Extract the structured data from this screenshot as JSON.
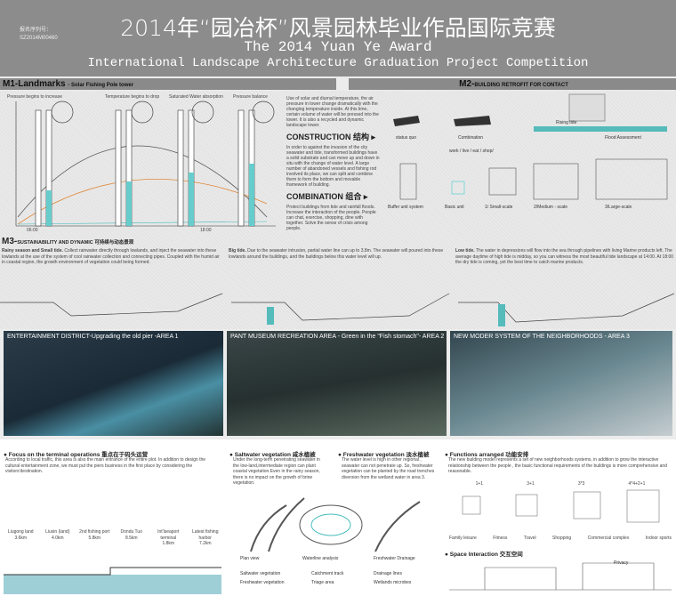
{
  "header": {
    "title_cn": "2014年“园冶杯”风景园林毕业作品国际竞赛",
    "title_en": "The 2014 Yuan Ye Award",
    "subtitle_en": "International Landscape Architecture Graduation Project Competition",
    "reg_label": "报名序列号：",
    "reg_number": "SZ2014M00460"
  },
  "m1": {
    "title": "M1-Landmarks",
    "subtitle": "- Solar Fishing Pole tower",
    "stages": [
      "Pressure begins to increase",
      "Temperature begins to drop",
      "Saturated Water absorption",
      "Pressure balance"
    ],
    "intro": "Use of solar and diurnal temperature, the air pressure in tower change dramatically with the changing temperature inside. At this time, certain volume of water will be pressed into the tower. It is also a recycled and dynamic landscape tower.",
    "construction_title": "CONSTRUCTION 结构",
    "construction_text": "In order to against the invasion of the city seawater and tide, transformed buildings have a solid substrate and can move up and down in situ with the change of water level. A large number of abandoned vessels and fishing rod involved its place, we can split and combine them to form the bottom and movable framework of building.",
    "combination_title": "COMBINATION 组合",
    "combination_text": "Protect buildings from tide and rainfall floods. Increase the interaction of the people. People can chat, exercise, shopping, dine with together. Solve the sense of crisis among people.",
    "time_labels": [
      "06:00",
      "18:00"
    ]
  },
  "m2": {
    "title": "M2-",
    "subtitle": "BUILDING RETROFIT FOR CONTACT",
    "labels": [
      "status quo",
      "Combination",
      "Rising tide",
      "Flood Assessment",
      "work / live / eat / shop/",
      "Buffer unit system",
      "Basic unit",
      "1/ Small-scale",
      "2/Medium - scale",
      "3/Large-scale"
    ]
  },
  "m3": {
    "title": "M3-",
    "subtitle": "SUSTAINABILITY AND DYNAMIC 可持续与动态景观",
    "cols": [
      {
        "head": "Rainy season and Small tide.",
        "text": "Collect rainwater directly through lowlands, and inject the seawater into these lowlands at the use of the system of cool rainwater collection and connecting pipes. Coupled with the humid air in coastal region, the growth environment of vegetation could being formed."
      },
      {
        "head": "Big tide.",
        "text": "Due to the seawater intrusion, partial water line can up to 3.8m. The seawater will poured into these lowlands around the buildings, and the buildings below this water level will up."
      },
      {
        "head": "Low tide.",
        "text": "The water in depressions will flow into the sea through pipelines with living Marine products left. The average daytime of high tide is midday, so you can witness the most beautiful tide landscape at 14:00. At 18:00 the dry tide is coming, yet the best time to catch marine products."
      }
    ]
  },
  "areas": [
    {
      "title": "ENTERTAINMENT DISTRICT-Upgrading the old pier -AREA 1"
    },
    {
      "title": "PANT MUSEUM RECREATION AREA - Green in the \"Fish stomach\"- AREA 2"
    },
    {
      "title": "NEW MODER SYSTEM OF THE NEIGHBORHOODS - AREA 3"
    }
  ],
  "bottom": {
    "focus": {
      "title": "Focus on the terminal operations 重点在于码头运营",
      "text": "According to local traffic, this area is also the main entrance of the entire plot. In addition to design the cultural entertainment zone, we must put the piers business in the first place by considering the visitors'destination.",
      "piers": [
        {
          "name": "Liugong land",
          "dist": "3.6km"
        },
        {
          "name": "Liuxin (land)",
          "dist": "4.0km"
        },
        {
          "name": "2nd fishing port",
          "dist": "5.8km"
        },
        {
          "name": "Dondu Tuo",
          "dist": "8.5km"
        },
        {
          "name": "Int'lseaport terminal",
          "dist": "1.8km"
        },
        {
          "name": "Latest fishing harbor",
          "dist": "7.2km"
        }
      ]
    },
    "saltwater": {
      "title": "Saltwater vegetation 咸水植被",
      "text": "Under the long-term penetrating seawater in the low-land,intermediate region can plant coastal vegetation.Even in the rainy season, there is no impact on the growth of brine vegetation.",
      "plan_view": "Plan view",
      "legend": [
        "Saltwater vegetation",
        "Freshwater vegetation"
      ]
    },
    "freshwater": {
      "title": "Freshwater vegetation 淡水植被",
      "text": "The water level is high in other regional , seawater can not penetrate up. So, freshwater vegetation can be planted by the road trenches diversion from the wetland water in area 3.",
      "waterline": "Waterline analysis",
      "drainage": "Freshwater Drainage",
      "legend": [
        "Catchment track",
        "Triage area",
        "Drainage lines",
        "Wetlands microbes"
      ]
    },
    "functions": {
      "title": "Functions arranged 功能安排",
      "text": "The new building model represents a set of new neighborhoods systems, in addition to grow the interactive relationship between the people , the basic functional requirements of the buildings is more comprehensive and reasonable.",
      "combos": [
        "1+1",
        "3+1",
        "3*3",
        "4*4+2+1"
      ],
      "uses": [
        "Family leisure",
        "Fitness",
        "Travel",
        "Shopping",
        "Commercial complex",
        "Indoor sports"
      ]
    },
    "space": {
      "title": "Space Interaction 交互空间",
      "privacy": "Privacy"
    }
  }
}
